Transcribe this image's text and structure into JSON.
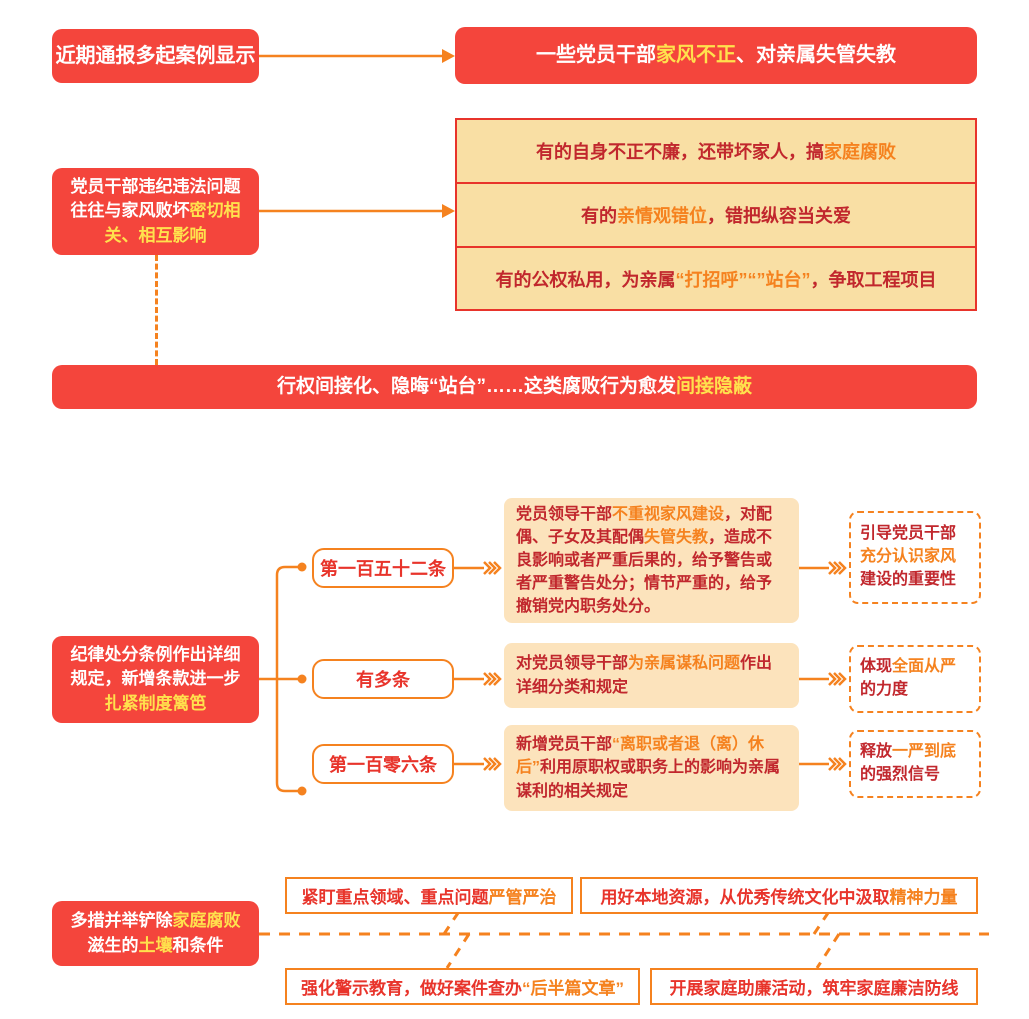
{
  "colors": {
    "red": "#F4453C",
    "orange": "#F5821F",
    "yellow_highlight": "#FFE14D",
    "cream": "#F9DFA4",
    "soft": "#FCE3BC",
    "dark_red_text": "#C1272D",
    "bright_red_text": "#E8342B"
  },
  "section1": {
    "source_label": "近期通报多起案例显示",
    "headline": {
      "pre": "一些党员干部",
      "highlight": "家风不正",
      "post": "、对亲属失管失教"
    },
    "left_card": {
      "line1": "党员干部违纪违法问题",
      "line2_pre": "往往与家风败坏",
      "line2_hl": "密切相",
      "line3_hl": "关、相互影响"
    },
    "cream_rows": [
      {
        "p1": "有的自身不正不廉，还带坏家人，搞",
        "h1": "家庭腐败",
        "p2": ""
      },
      {
        "p1": "有的",
        "h1": "亲情观错位",
        "p2": "，错把纵容当关爱"
      },
      {
        "p1": "有的公权私用，为亲属",
        "h1": "“打招呼”“”站台”",
        "p2": "，争取工程项目"
      }
    ],
    "banner": {
      "pre": "行权间接化、隐晦“站台”……这类腐败行为愈发",
      "highlight": "间接隐蔽"
    }
  },
  "section2": {
    "left_card": {
      "line1": "纪律处分条例作出详细",
      "line2": "规定，新增条款进一步",
      "line3_hl": "扎紧制度篱笆"
    },
    "branches": [
      {
        "pill": "第一百五十二条",
        "detail": {
          "p1": "党员领导干部",
          "h1": "不重视家风建设",
          "p2": "，对配偶、子女及其配偶",
          "h2": "失管失教",
          "p3": "，造成不良影响或者严重后果的，给予警告或者严重警告处分；情节严重的，给予撤销党内职务处分。"
        },
        "outcome": {
          "p1": "引导党员干部",
          "h1": "充分认识家风",
          "p2": "建设的重要性"
        }
      },
      {
        "pill": "有多条",
        "detail": {
          "p1": "对党员领导干部",
          "h1": "为亲属谋私问题",
          "p2": "作出详细分类和规定",
          "h2": "",
          "p3": ""
        },
        "outcome": {
          "p1": "体现",
          "h1": "全面从严",
          "p2": "的力度"
        }
      },
      {
        "pill": "第一百零六条",
        "detail": {
          "p1": "新增党员干部",
          "h1": "“离职或者退（离）休后”",
          "p2": "利用原职权或职务上的影响为亲属谋利的相关规定",
          "h2": "",
          "p3": ""
        },
        "outcome": {
          "p1": "释放",
          "h1": "一严到底",
          "p2": "的强烈信号"
        }
      }
    ]
  },
  "section3": {
    "left_card": {
      "line1_pre": "多措并举铲除",
      "line1_hl": "家庭腐败",
      "line2_pre": "滋生的",
      "line2_hl": "土壤",
      "line2_post": "和条件"
    },
    "measures": [
      {
        "p1": "紧盯重点领域、重点问题",
        "h1": "严管严治",
        "p2": ""
      },
      {
        "p1": "用好本地资源，从优秀传统文化中汲取",
        "h1": "精神力量",
        "p2": ""
      },
      {
        "p1": "强化警示教育，做好案件查办",
        "h1": "“后半篇文章”",
        "p2": ""
      },
      {
        "p1": "开展家庭助廉活动，筑牢家庭廉洁防线",
        "h1": "",
        "p2": ""
      }
    ]
  }
}
